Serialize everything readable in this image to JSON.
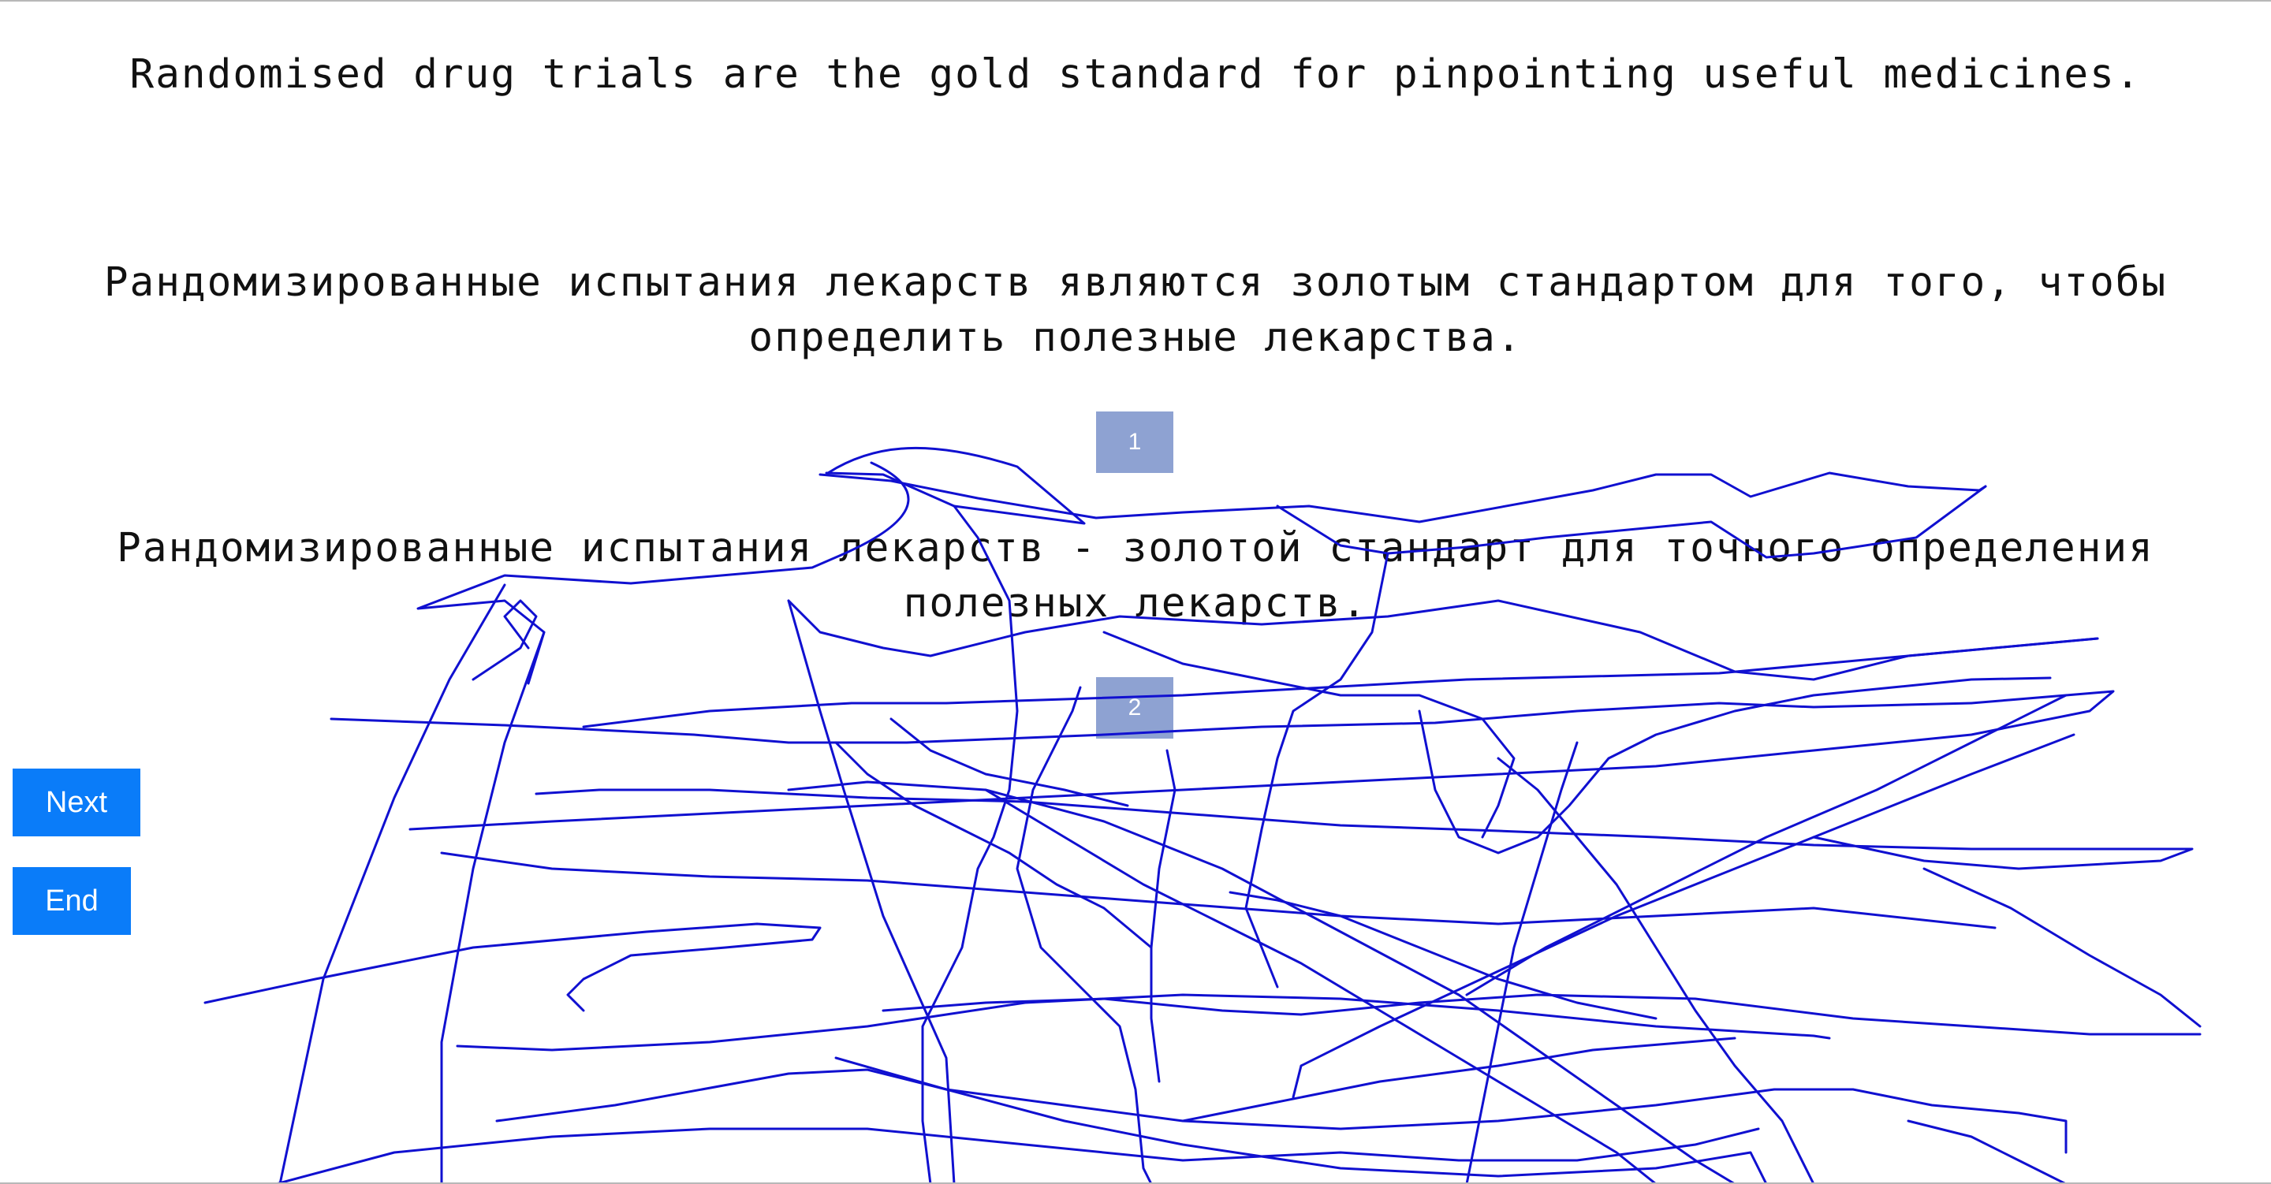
{
  "source": {
    "text": "Randomised drug trials are the gold standard for pinpointing useful medicines."
  },
  "translations": [
    {
      "text": "Рандомизированные испытания лекарств являются золотым стандартом для того, чтобы определить полезные лекарства.",
      "rank": "1"
    },
    {
      "text": "Рандомизированные испытания лекарств - золотой стандарт для точного определения полезных лекарств.",
      "rank": "2"
    }
  ],
  "controls": {
    "next_label": "Next",
    "end_label": "End"
  },
  "colors": {
    "rank_badge": "#8ea2d2",
    "button": "#0a7cf9",
    "scribble": "#1010d0"
  }
}
